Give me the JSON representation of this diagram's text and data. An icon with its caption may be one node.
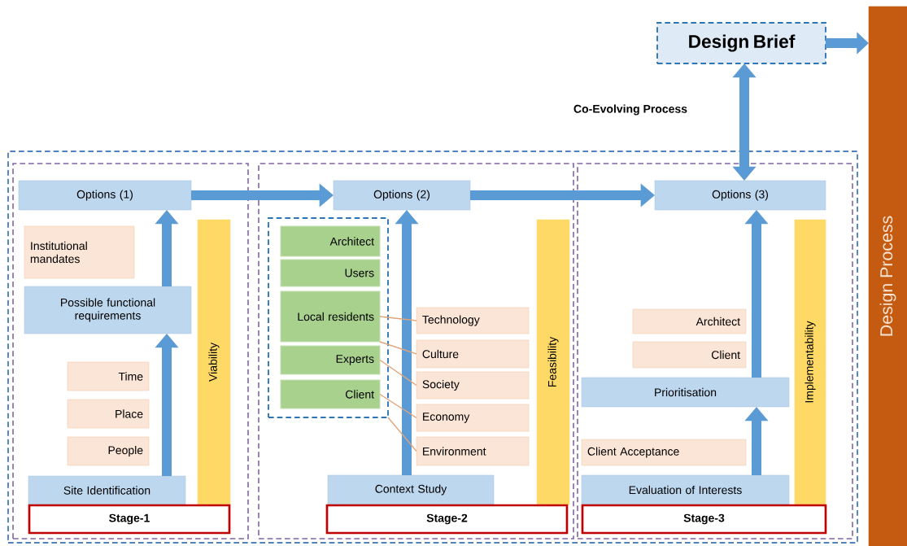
{
  "diagram": {
    "nodes": [
      {
        "text": [],
        "shape": "box"
      },
      {
        "text": [],
        "shape": "box",
        "in": 0
      },
      {
        "text": [
          "Options (1)"
        ],
        "in": 1
      },
      {
        "text": [
          "Institutional mandates"
        ],
        "in": 1
      },
      {
        "text": [
          "Possible functional requirements"
        ],
        "in": 1
      },
      {
        "text": [
          "Time"
        ],
        "in": 1
      },
      {
        "text": [
          "Place"
        ],
        "in": 1
      },
      {
        "text": [
          "People"
        ],
        "in": 1
      },
      {
        "text": [
          "Site Identification"
        ],
        "in": 1
      },
      {
        "text": [
          "Viability"
        ],
        "in": 1
      },
      {
        "text": [
          "Stage-1"
        ],
        "in": 1
      },
      {
        "text": [],
        "shape": "box",
        "in": 0
      },
      {
        "text": [
          "Options (2)"
        ],
        "in": 11
      },
      {
        "text": [],
        "shape": "box",
        "in": 11
      },
      {
        "text": [
          "Architect"
        ],
        "in": 13
      },
      {
        "text": [
          "Users"
        ],
        "in": 13
      },
      {
        "text": [
          "Local residents"
        ],
        "in": 13
      },
      {
        "text": [
          "Experts"
        ],
        "in": 13
      },
      {
        "text": [
          "Client"
        ],
        "in": 13
      },
      {
        "text": [
          "Technology"
        ],
        "in": 11
      },
      {
        "text": [
          "Culture"
        ],
        "in": 11
      },
      {
        "text": [
          "Society"
        ],
        "in": 11
      },
      {
        "text": [
          "Economy"
        ],
        "in": 11
      },
      {
        "text": [
          "Environment"
        ],
        "in": 11
      },
      {
        "text": [
          "Context Study"
        ],
        "in": 11
      },
      {
        "text": [
          "Feasibility"
        ],
        "in": 11
      },
      {
        "text": [
          "Stage-2"
        ],
        "in": 11
      },
      {
        "text": [],
        "shape": "box",
        "in": 0
      },
      {
        "text": [
          "Options (3)"
        ],
        "in": 27
      },
      {
        "text": [
          "Architect"
        ],
        "in": 27
      },
      {
        "text": [
          "Client"
        ],
        "in": 27
      },
      {
        "text": [
          "Prioritisation"
        ],
        "in": 27
      },
      {
        "text": [
          "Client Acceptance"
        ],
        "in": 27
      },
      {
        "text": [
          "Evaluation of Interests"
        ],
        "in": 27
      },
      {
        "text": [
          "Implementability"
        ],
        "in": 27
      },
      {
        "text": [
          "Stage-3"
        ],
        "in": 27
      },
      {
        "text": [
          "Design Brief"
        ]
      },
      {
        "text": [
          "Design Process"
        ]
      }
    ],
    "edges": [
      {
        "from": 2,
        "to": 12,
        "arrow": "to"
      },
      {
        "from": 12,
        "to": 28,
        "arrow": "to"
      },
      {
        "from": 28,
        "to": 36,
        "arrow": "both",
        "label": "Co-Evolving Process"
      },
      {
        "from": 36,
        "to": 37,
        "arrow": "to"
      },
      {
        "from": 4,
        "to": 2,
        "arrow": "to"
      },
      {
        "from": 8,
        "to": 4,
        "arrow": "to"
      },
      {
        "from": 24,
        "to": 12,
        "arrow": "to"
      },
      {
        "from": 33,
        "to": 31,
        "arrow": "to"
      },
      {
        "from": 31,
        "to": 28,
        "arrow": "to"
      },
      {
        "from": 16,
        "to": 19,
        "arrow": "none",
        "color": "#e0a47a"
      },
      {
        "from": 16,
        "to": 20,
        "arrow": "none",
        "color": "#e0a47a"
      },
      {
        "from": 17,
        "to": 21,
        "arrow": "none",
        "color": "#e0a47a"
      },
      {
        "from": 18,
        "to": 22,
        "arrow": "none",
        "color": "#e0a47a"
      },
      {
        "from": 13,
        "to": 23,
        "arrow": "none",
        "color": "#e0a47a"
      }
    ]
  }
}
